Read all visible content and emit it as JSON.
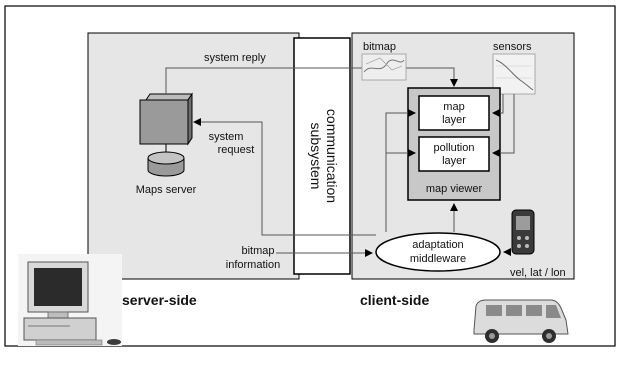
{
  "diagram": {
    "labels": {
      "system_reply": "system reply",
      "bitmap": "bitmap",
      "sensors": "sensors",
      "system_request_line1": "system",
      "system_request_line2": "request",
      "maps_server": "Maps server",
      "communication_line1": "communication",
      "communication_line2": "subsystem",
      "map_layer_line1": "map",
      "map_layer_line2": "layer",
      "pollution_layer_line1": "pollution",
      "pollution_layer_line2": "layer",
      "map_viewer": "map viewer",
      "adaptation_line1": "adaptation",
      "adaptation_line2": "middleware",
      "bitmap_info_line1": "bitmap",
      "bitmap_info_line2": "information",
      "vel_lat_lon": "vel, lat / lon",
      "server_side": "server-side",
      "client_side": "client-side"
    },
    "icons": [
      "desktop-computer-icon",
      "server-box-icon",
      "database-cylinder-icon",
      "bitmap-thumbnail-icon",
      "sensor-chart-icon",
      "gps-handheld-icon",
      "van-icon"
    ],
    "colors": {
      "panel_fill": "#e6e6e6",
      "viewer_fill": "#c8c8c8",
      "box_fill": "#ffffff",
      "stroke": "#000000",
      "connector": "#555555"
    }
  }
}
